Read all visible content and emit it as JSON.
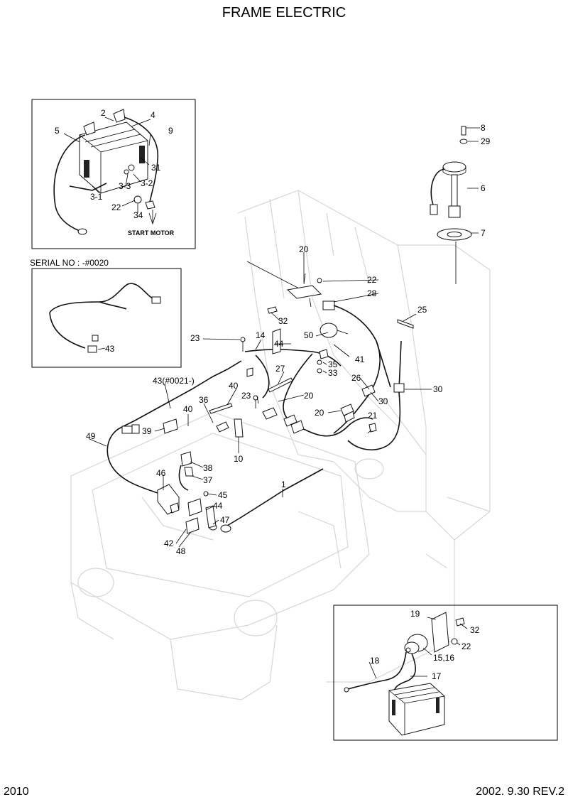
{
  "title": "FRAME ELECTRIC",
  "page_number": "2010",
  "revision": "2002.  9.30  REV.2",
  "serial_note": "SERIAL NO : -#0020",
  "start_motor": "START MOTOR",
  "labels": {
    "l2": "2",
    "l4": "4",
    "l5": "5",
    "l9": "9",
    "l31": "31",
    "l3_3": "3-3",
    "l3_2": "3-2",
    "l3_1": "3-1",
    "l22a": "22",
    "l34": "34",
    "l8": "8",
    "l29": "29",
    "l6": "6",
    "l7": "7",
    "l43": "43",
    "l20a": "20",
    "l22b": "22",
    "l28": "28",
    "l32a": "32",
    "l25": "25",
    "l23a": "23",
    "l14": "14",
    "l50": "50",
    "l44a": "44",
    "l41": "41",
    "l35": "35",
    "l33": "33",
    "l27": "27",
    "l26": "26",
    "l30a": "30",
    "l30b": "30",
    "l43b": "43(#0021-)",
    "l40a": "40",
    "l23b": "23",
    "l20b": "20",
    "l40b": "40",
    "l36": "36",
    "l20c": "20",
    "l21": "21",
    "l49": "49",
    "l39": "39",
    "l10": "10",
    "l38": "38",
    "l37": "37",
    "l1": "1",
    "l46": "46",
    "l45": "45",
    "l44b": "44",
    "l47": "47",
    "l42": "42",
    "l48": "48",
    "l19": "19",
    "l32b": "32",
    "l22c": "22",
    "l15_16": "15,16",
    "l18": "18",
    "l17": "17"
  }
}
